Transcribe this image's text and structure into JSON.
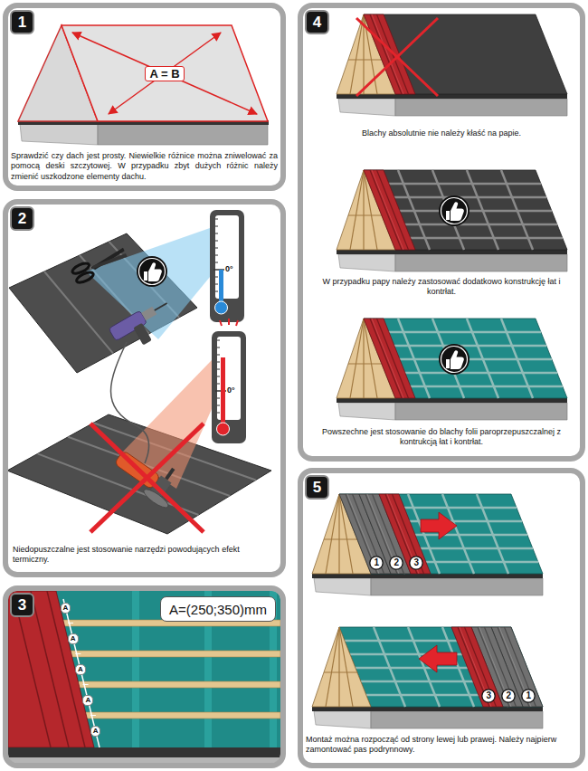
{
  "diagram": {
    "nodes": [
      {
        "text": [
          "Sprawdzić czy dach jest prosty. Niewielkie różnice można zniwelować za pomocą deski szczytowej. W przypadku zbyt dużych różnic należy zmienić uszkodzone elementy dachu."
        ]
      },
      {
        "text": [
          "1"
        ],
        "in": 0
      },
      {
        "text": [
          "Niedopuszczalne jest stosowanie narzędzi powodujących efekt termiczny."
        ]
      },
      {
        "text": [
          "2"
        ],
        "in": 2
      },
      {
        "text": []
      },
      {
        "text": [
          "3"
        ],
        "in": 4
      },
      {
        "text": [
          "A=(250;350)mm"
        ],
        "in": 4
      },
      {
        "text": [
          "Blachy absolutnie nie należy kłaść na papie.",
          "W przypadku papy należy zastosować dodatkowo konstrukcję łat i kontrłat.",
          "Powszechne jest stosowanie do blachy folii paroprzepuszczalnej z kontrukcją łat i kontrłat."
        ]
      },
      {
        "text": [
          "4"
        ],
        "in": 7
      },
      {
        "text": [
          "Montaż można rozpocząć od strony lewej lub prawej. Należy najpierw zamontować pas podrynnowy."
        ]
      },
      {
        "text": [
          "5"
        ],
        "in": 9
      },
      {
        "text": [
          "1"
        ],
        "in": 9
      },
      {
        "text": [
          "2"
        ],
        "in": 9
      },
      {
        "text": [
          "3"
        ],
        "in": 9
      },
      {
        "text": [
          "3"
        ],
        "in": 9
      },
      {
        "text": [
          "2"
        ],
        "in": 9
      },
      {
        "text": [
          "1"
        ],
        "in": 9
      }
    ],
    "labels": [
      "A = B",
      "0°",
      "0°",
      "A",
      "A",
      "A",
      "A",
      "A"
    ]
  }
}
